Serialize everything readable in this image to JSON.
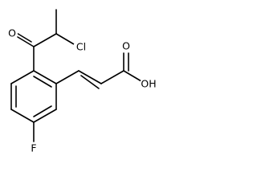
{
  "molecule": {
    "atom_labels": {
      "oxygen_ketone": "O",
      "chlorine": "Cl",
      "oxygen_carbonyl": "O",
      "hydroxyl": "OH",
      "fluorine": "F"
    }
  }
}
